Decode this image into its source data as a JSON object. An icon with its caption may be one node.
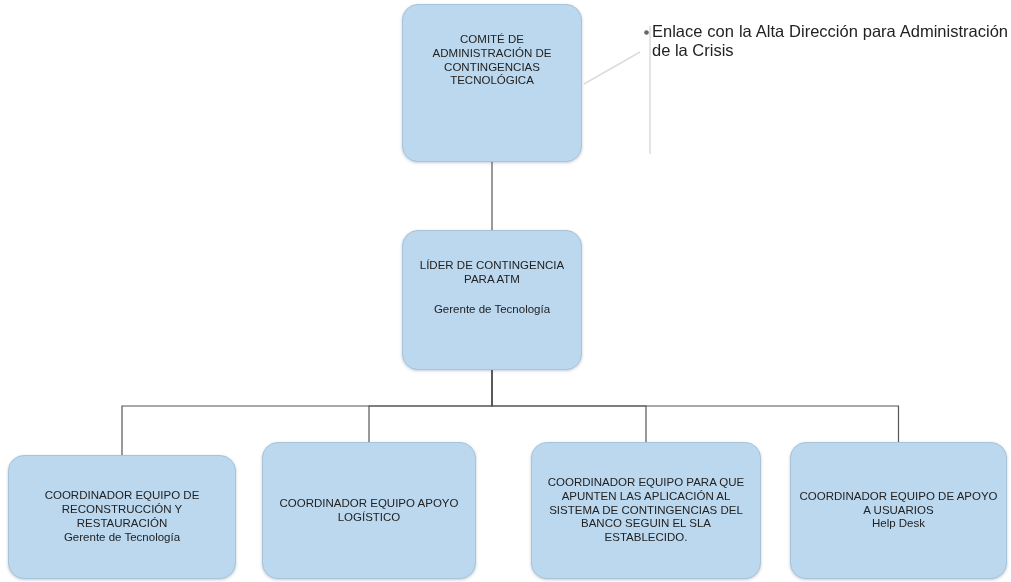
{
  "diagram": {
    "nodes": [
      {
        "text": [
          "COMITÉ DE ADMINISTRACIÓN DE CONTINGENCIAS TECNOLÓGICA"
        ]
      },
      {
        "text": [
          "LÍDER DE CONTINGENCIA PARA ATM",
          "Gerente de Tecnología"
        ]
      },
      {
        "text": [
          "COORDINADOR EQUIPO DE RECONSTRUCCIÓN Y RESTAURACIÓN",
          "Gerente de Tecnología"
        ]
      },
      {
        "text": [
          "COORDINADOR EQUIPO APOYO LOGÍSTICO"
        ]
      },
      {
        "text": [
          "COORDINADOR EQUIPO PARA QUE APUNTEN LAS APLICACIÓN AL SISTEMA DE CONTINGENCIAS DEL BANCO SEGUIN EL SLA ESTABLECIDO."
        ]
      },
      {
        "text": [
          "COORDINADOR EQUIPO DE APOYO A USUARIOS",
          "Help Desk"
        ]
      }
    ],
    "edges": [
      {
        "from": 0,
        "to": 1,
        "arrow": "none"
      },
      {
        "from": 1,
        "to": 2,
        "arrow": "none"
      },
      {
        "from": 1,
        "to": 3,
        "arrow": "none"
      },
      {
        "from": 1,
        "to": 4,
        "arrow": "none"
      },
      {
        "from": 1,
        "to": 5,
        "arrow": "none"
      }
    ],
    "labels": [
      "Enlace con la Alta Dirección para Administración de la Crisis"
    ]
  }
}
